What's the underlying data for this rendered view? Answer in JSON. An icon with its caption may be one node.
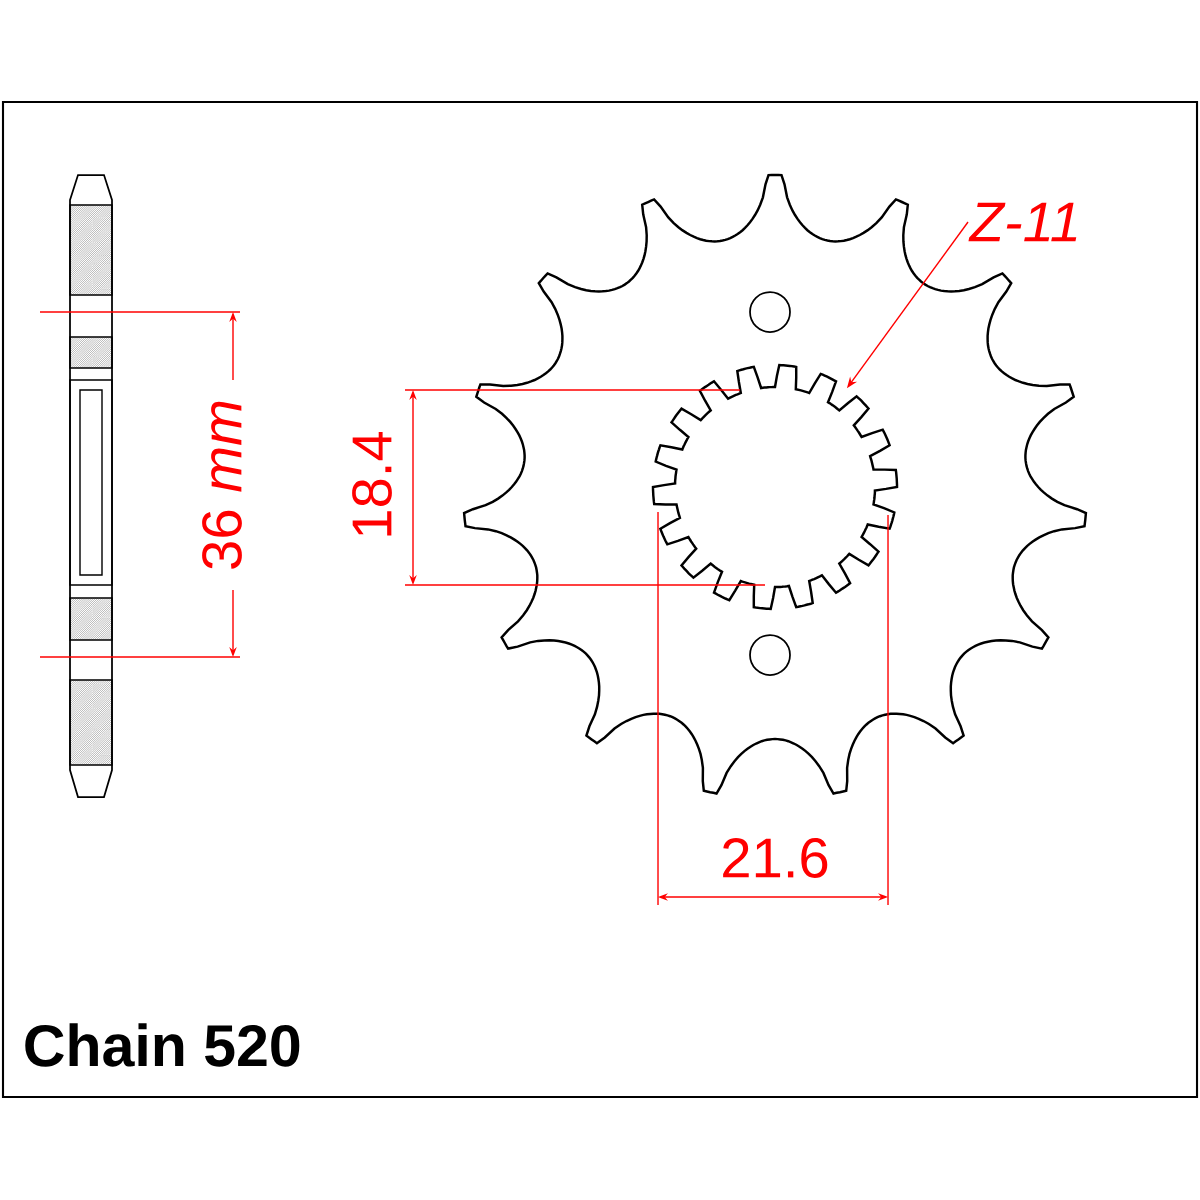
{
  "diagram": {
    "nodes": [
      {
        "text": [
          "Z-11"
        ]
      },
      {
        "text": [],
        "shape": "picture"
      }
    ],
    "edges": [
      {
        "from": 0,
        "to": 1,
        "arrow": "to",
        "color": "#ff0000"
      }
    ],
    "labels": [
      "36 *mm*",
      "18.4",
      "21.6",
      "Chain 520"
    ]
  }
}
